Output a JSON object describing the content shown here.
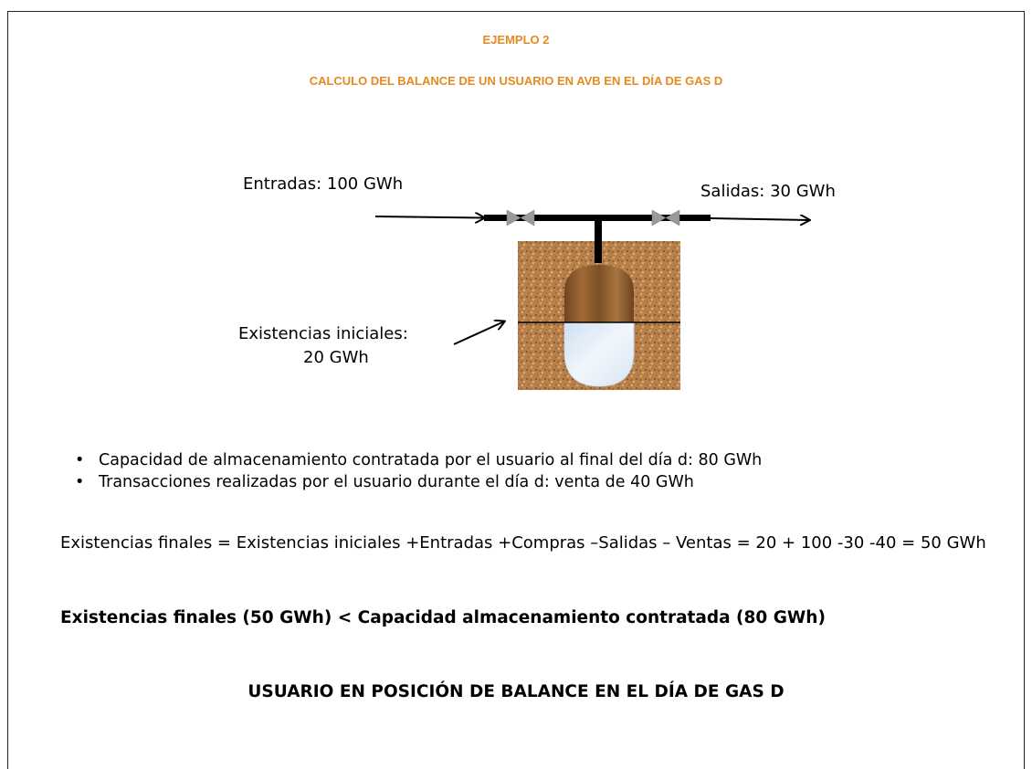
{
  "header": {
    "example_title": "EJEMPLO  2",
    "subtitle": "CALCULO DEL BALANCE DE UN USUARIO EN AVB EN EL DÍA DE GAS D"
  },
  "diagram": {
    "entradas_label": "Entradas: 100 GWh",
    "salidas_label": "Salidas: 30 GWh",
    "existencias_label_line1": "Existencias iniciales:",
    "existencias_label_line2": "20 GWh"
  },
  "bullets": [
    "Capacidad de almacenamiento contratada por el usuario al final del día d: 80 GWh",
    "Transacciones realizadas por el usuario durante el día d: venta de 40 GWh"
  ],
  "formula": "Existencias finales = Existencias iniciales +Entradas +Compras –Salidas – Ventas = 20 + 100 -30 -40 = 50 GWh",
  "comparison": "Existencias finales (50 GWh) < Capacidad almacenamiento contratada (80 GWh)",
  "result": "USUARIO EN POSICIÓN DE BALANCE EN EL DÍA DE GAS D",
  "colors": {
    "title_orange": "#e58a1f",
    "ground_brown": "#b8804a",
    "cavern_wood": "#8a5a2b",
    "gas_blue": "#dde9f5"
  }
}
